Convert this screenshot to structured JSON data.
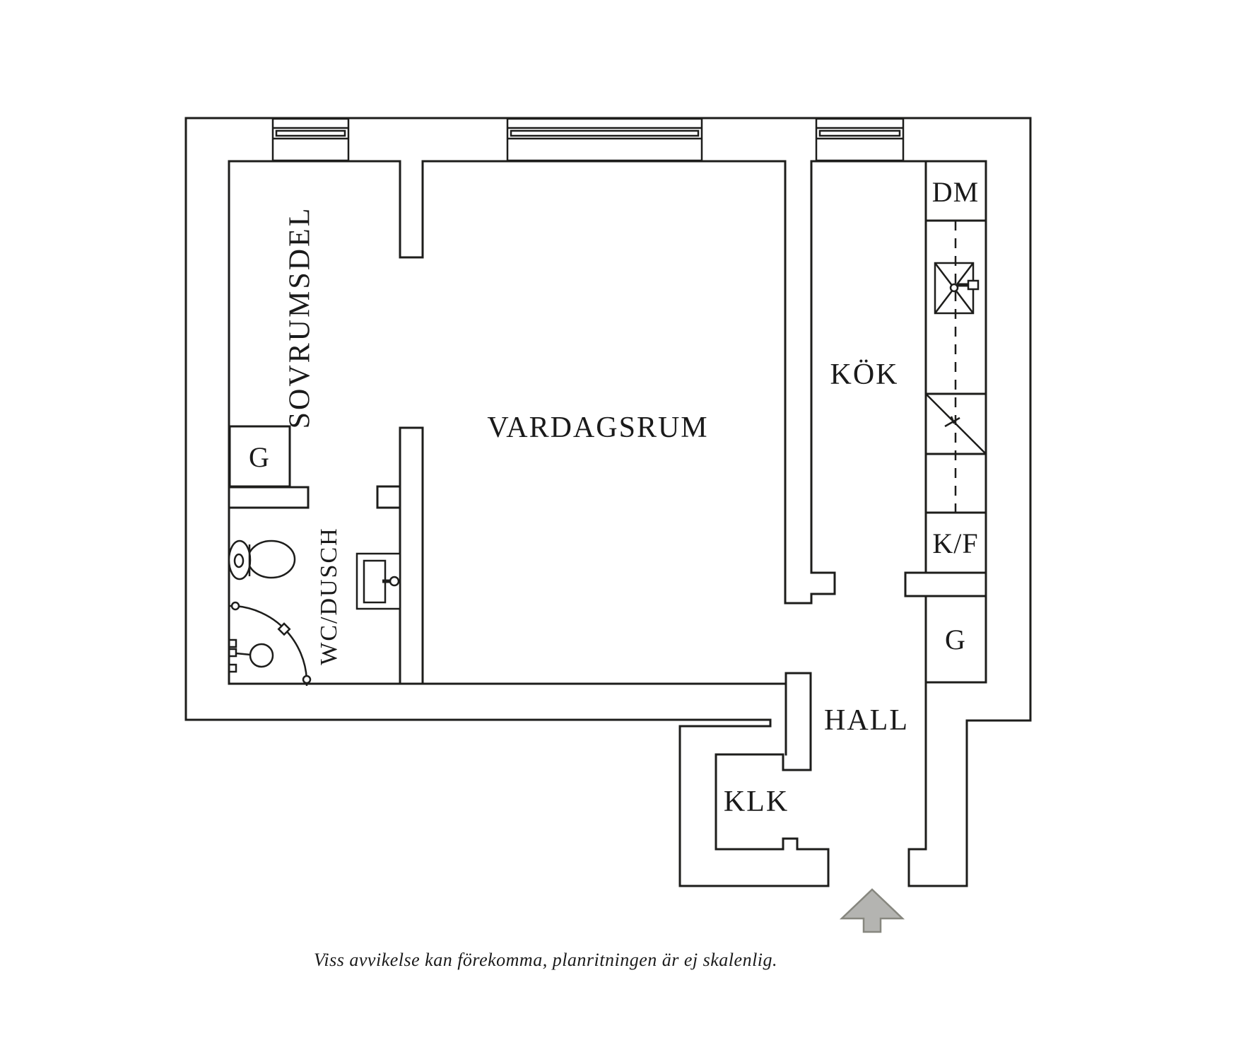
{
  "plan": {
    "rooms": {
      "bedroom": {
        "label": "SOVRUMSDEL"
      },
      "living": {
        "label": "VARDAGSRUM"
      },
      "kitchen": {
        "label": "KÖK"
      },
      "bathroom": {
        "label": "WC/DUSCH"
      },
      "hall": {
        "label": "HALL"
      },
      "closet": {
        "label": "KLK"
      }
    },
    "fixtures": {
      "dishwasher_label": "DM",
      "fridge_freezer_label": "K/F",
      "wardrobe_bedroom_label": "G",
      "wardrobe_hall_label": "G"
    },
    "icons": [
      "toilet-icon",
      "bathroom-sink-icon",
      "shower-corner-icon",
      "kitchen-sink-icon",
      "stove-icon",
      "window-icon",
      "entrance-arrow-icon"
    ],
    "caption": "Viss avvikelse kan förekomma, planritningen är ej skalenlig."
  },
  "colors": {
    "line": "#1d1d1b",
    "text": "#1a1a1a",
    "arrow_fill": "#b4b4b1",
    "arrow_stroke": "#87877f",
    "background": "#ffffff"
  }
}
